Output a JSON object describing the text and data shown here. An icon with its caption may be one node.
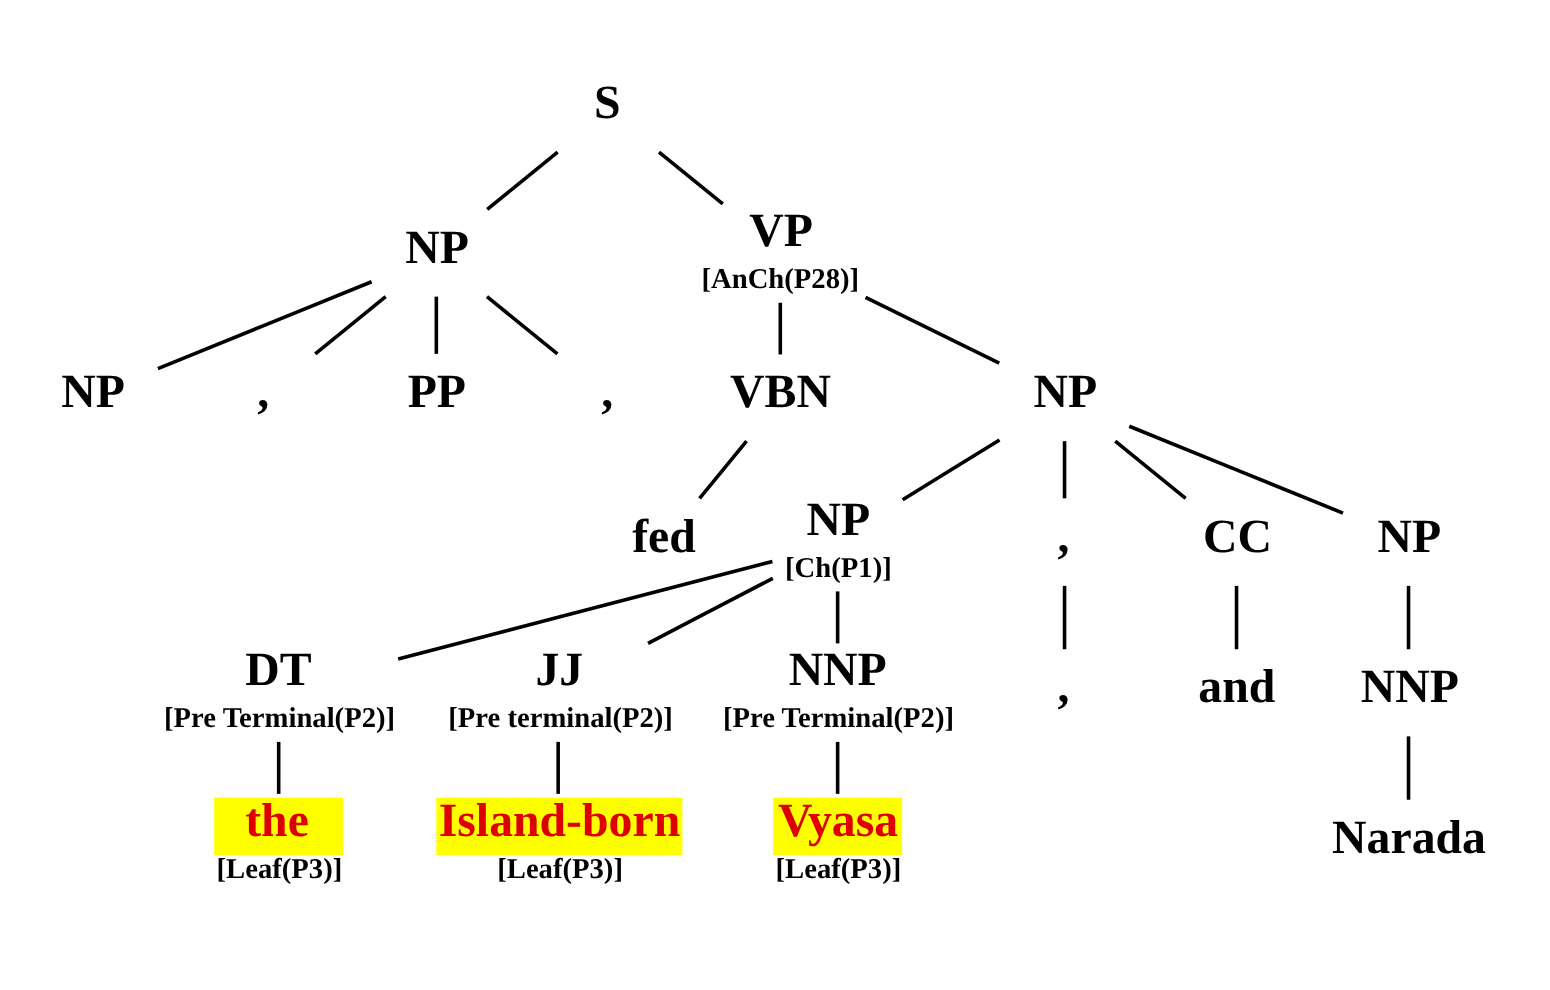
{
  "diagram": {
    "nodes": [
      {
        "text": [
          "S"
        ]
      },
      {
        "text": [
          "NP"
        ]
      },
      {
        "text": [
          "VP",
          "[AnCh(P28)]"
        ]
      },
      {
        "text": [
          "NP"
        ]
      },
      {
        "text": [
          ","
        ]
      },
      {
        "text": [
          "PP"
        ]
      },
      {
        "text": [
          ","
        ]
      },
      {
        "text": [
          "VBN"
        ]
      },
      {
        "text": [
          "NP"
        ]
      },
      {
        "text": [
          "fed"
        ]
      },
      {
        "text": [
          "NP",
          "[Ch(P1)]"
        ]
      },
      {
        "text": [
          ","
        ]
      },
      {
        "text": [
          "CC"
        ]
      },
      {
        "text": [
          "NP"
        ]
      },
      {
        "text": [
          "DT",
          "[Pre Terminal(P2)]"
        ]
      },
      {
        "text": [
          "JJ",
          "[Pre terminal(P2)]"
        ]
      },
      {
        "text": [
          "NNP",
          "[Pre Terminal(P2)]"
        ]
      },
      {
        "text": [
          ","
        ]
      },
      {
        "text": [
          "and"
        ]
      },
      {
        "text": [
          "NNP"
        ]
      },
      {
        "text": [
          "the"
        ],
        "beside": [
          "[Leaf(P3)]"
        ]
      },
      {
        "text": [
          "Island-born"
        ],
        "beside": [
          "[Leaf(P3)]"
        ]
      },
      {
        "text": [
          "Vyasa"
        ],
        "beside": [
          "[Leaf(P3)]"
        ]
      },
      {
        "text": [
          "Narada"
        ]
      }
    ],
    "edges": [
      {
        "from": 0,
        "to": 1,
        "arrow": "none"
      },
      {
        "from": 0,
        "to": 2,
        "arrow": "none"
      },
      {
        "from": 1,
        "to": 3,
        "arrow": "none"
      },
      {
        "from": 1,
        "to": 4,
        "arrow": "none"
      },
      {
        "from": 1,
        "to": 5,
        "arrow": "none"
      },
      {
        "from": 1,
        "to": 6,
        "arrow": "none"
      },
      {
        "from": 2,
        "to": 7,
        "arrow": "none"
      },
      {
        "from": 2,
        "to": 8,
        "arrow": "none"
      },
      {
        "from": 7,
        "to": 9,
        "arrow": "none"
      },
      {
        "from": 8,
        "to": 10,
        "arrow": "none"
      },
      {
        "from": 8,
        "to": 11,
        "arrow": "none"
      },
      {
        "from": 8,
        "to": 12,
        "arrow": "none"
      },
      {
        "from": 8,
        "to": 13,
        "arrow": "none"
      },
      {
        "from": 10,
        "to": 14,
        "arrow": "none"
      },
      {
        "from": 10,
        "to": 15,
        "arrow": "none"
      },
      {
        "from": 10,
        "to": 16,
        "arrow": "none"
      },
      {
        "from": 11,
        "to": 17,
        "arrow": "none"
      },
      {
        "from": 12,
        "to": 18,
        "arrow": "none"
      },
      {
        "from": 13,
        "to": 19,
        "arrow": "none"
      },
      {
        "from": 14,
        "to": 20,
        "arrow": "none"
      },
      {
        "from": 15,
        "to": 21,
        "arrow": "none"
      },
      {
        "from": 16,
        "to": 22,
        "arrow": "none"
      },
      {
        "from": 19,
        "to": 23,
        "arrow": "none"
      }
    ]
  }
}
